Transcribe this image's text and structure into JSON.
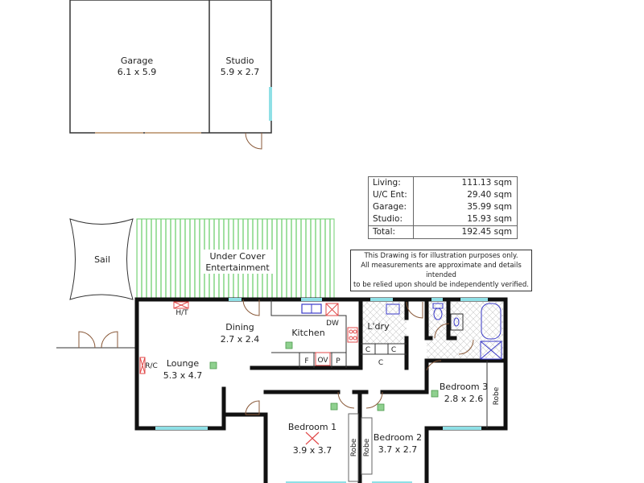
{
  "rooms": {
    "garage": {
      "name": "Garage",
      "size": "6.1 x 5.9"
    },
    "studio": {
      "name": "Studio",
      "size": "5.9 x 2.7"
    },
    "sail": {
      "name": "Sail"
    },
    "under_cover": {
      "line1": "Under Cover",
      "line2": "Entertainment"
    },
    "dining": {
      "name": "Dining",
      "size": "2.7 x 2.4"
    },
    "kitchen": {
      "name": "Kitchen"
    },
    "laundry": {
      "name": "L'dry"
    },
    "lounge": {
      "name": "Lounge",
      "size": "5.3 x 4.7"
    },
    "bedroom1": {
      "name": "Bedroom 1",
      "size": "3.9 x 3.7"
    },
    "bedroom2": {
      "name": "Bedroom 2",
      "size": "3.7 x 2.7"
    },
    "bedroom3": {
      "name": "Bedroom 3",
      "size": "2.8 x 2.6"
    }
  },
  "fixtures": {
    "ht": "H/T",
    "rc": "R/C",
    "dw": "DW",
    "f": "F",
    "ov": "OV",
    "p": "P",
    "c": "C",
    "robe": "Robe"
  },
  "areas": [
    {
      "label": "Living:",
      "value": "111.13 sqm"
    },
    {
      "label": "U/C Ent:",
      "value": "29.40 sqm"
    },
    {
      "label": "Garage:",
      "value": "35.99 sqm"
    },
    {
      "label": "Studio:",
      "value": "15.93 sqm"
    },
    {
      "label": "Total:",
      "value": "192.45 sqm"
    }
  ],
  "disclaimer": {
    "line1": "This Drawing is for illustration purposes only.",
    "line2": "All measurements are approximate and details intended",
    "line3": "to be relied upon should be independently verified."
  },
  "colors": {
    "wall": "#111111",
    "window": "#8fe0e6",
    "deck": "#6fcf6f",
    "fixture_red": "#e04848",
    "fixture_blue": "#3a3ac8"
  }
}
